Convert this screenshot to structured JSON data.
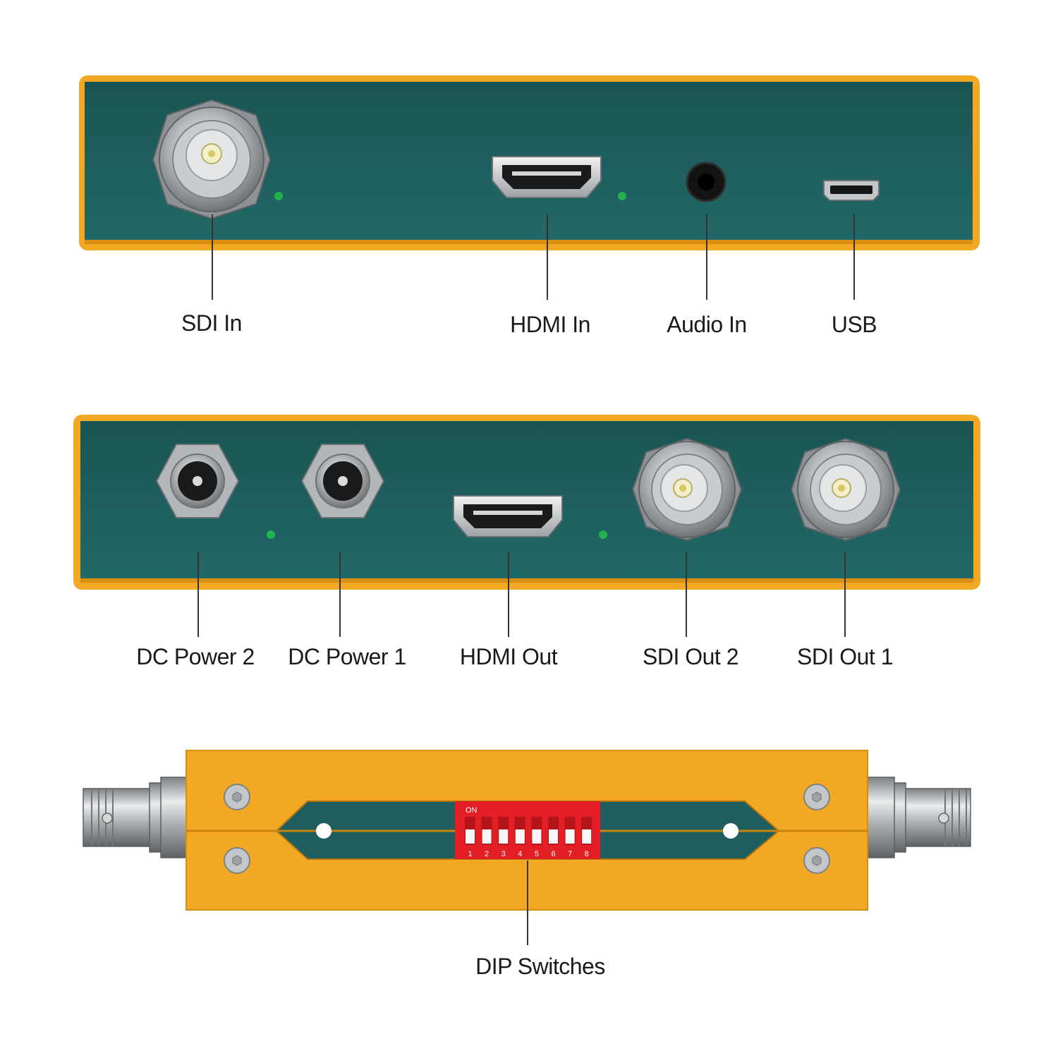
{
  "colors": {
    "housing": "#f2a823",
    "panel": "#1f5e5e",
    "led": "#22b14c",
    "dip_body": "#e31e24",
    "connector_metal": "#b9bcbf"
  },
  "panel_front": {
    "labels": {
      "sdi_in": "SDI In",
      "hdmi_in": "HDMI In",
      "audio_in": "Audio In",
      "usb": "USB"
    }
  },
  "panel_rear": {
    "labels": {
      "dc_power_2": "DC Power 2",
      "dc_power_1": "DC Power 1",
      "hdmi_out": "HDMI Out",
      "sdi_out_2": "SDI Out 2",
      "sdi_out_1": "SDI Out 1"
    }
  },
  "bottom_view": {
    "labels": {
      "dip_switches": "DIP Switches"
    },
    "dip": {
      "on_text": "ON",
      "numbers": [
        "1",
        "2",
        "3",
        "4",
        "5",
        "6",
        "7",
        "8"
      ]
    }
  }
}
